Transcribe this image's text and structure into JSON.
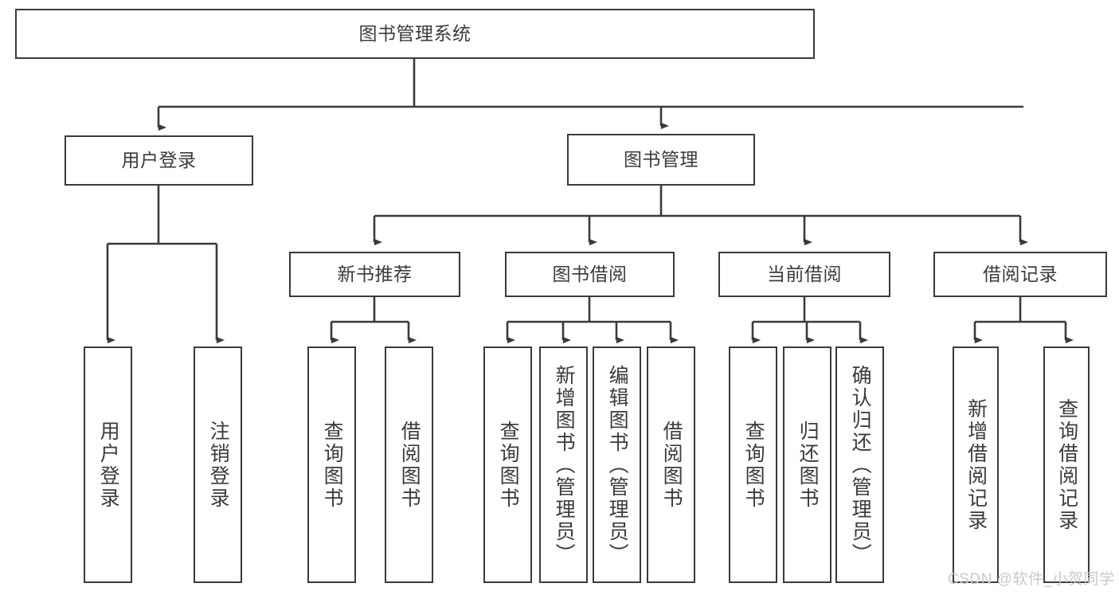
{
  "diagram": {
    "title": "图书管理系统",
    "type": "hierarchy-tree",
    "orientation": "top-down",
    "levels": 4,
    "style": {
      "box_border_color": "#3a3a3a",
      "box_fill_color": "#ffffff",
      "text_color": "#3b3b3b",
      "connector_color": "#3a3a3a",
      "background_color": "#ffffff",
      "watermark_color": "#c9c9c9"
    }
  },
  "nodes": {
    "root": {
      "label": "图书管理系统"
    },
    "level2": [
      {
        "id": "user-login",
        "label": "用户登录"
      },
      {
        "id": "book-manage",
        "label": "图书管理"
      }
    ],
    "level3": [
      {
        "id": "new-book-recommend",
        "label": "新书推荐"
      },
      {
        "id": "book-borrow",
        "label": "图书借阅"
      },
      {
        "id": "current-borrow",
        "label": "当前借阅"
      },
      {
        "id": "borrow-record",
        "label": "借阅记录"
      }
    ],
    "leaves": {
      "user_login": [
        {
          "id": "leaf-user-login",
          "label": "用户登录"
        },
        {
          "id": "leaf-logout-login",
          "label": "注销登录"
        }
      ],
      "new_book_recommend": [
        {
          "id": "leaf-query-book-1",
          "label": "查询图书"
        },
        {
          "id": "leaf-borrow-book-1",
          "label": "借阅图书"
        }
      ],
      "book_borrow": [
        {
          "id": "leaf-query-book-2",
          "label": "查询图书"
        },
        {
          "id": "leaf-add-book",
          "label": "新增图书（管理员）"
        },
        {
          "id": "leaf-edit-book",
          "label": "编辑图书（管理员）"
        },
        {
          "id": "leaf-borrow-book-2",
          "label": "借阅图书"
        }
      ],
      "current_borrow": [
        {
          "id": "leaf-query-book-3",
          "label": "查询图书"
        },
        {
          "id": "leaf-return-book",
          "label": "归还图书"
        },
        {
          "id": "leaf-confirm-return",
          "label": "确认归还（管理员）"
        }
      ],
      "borrow_record": [
        {
          "id": "leaf-add-record",
          "label": "新增借阅记录"
        },
        {
          "id": "leaf-query-record",
          "label": "查询借阅记录"
        }
      ]
    }
  },
  "watermark": {
    "text": "CSDN @软件_小贺同学"
  }
}
